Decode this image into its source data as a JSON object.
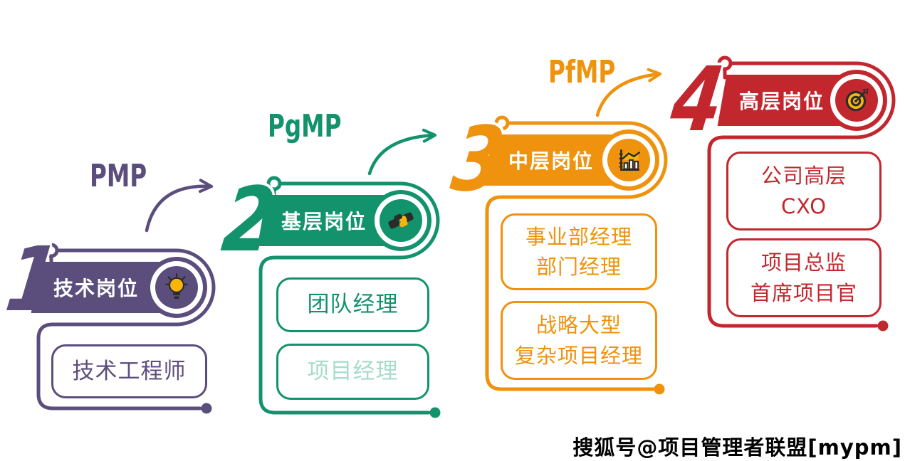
{
  "page": {
    "background": "#ffffff",
    "watermark": "搜狐号@项目管理者联盟[mypm]"
  },
  "icon_palette": {
    "dark": "#2b2b2b",
    "gold": "#f7b50c",
    "red": "#c2272e"
  },
  "certifications": [
    {
      "label": "PMP",
      "color": "#5c4e7c"
    },
    {
      "label": "PgMP",
      "color": "#12936b"
    },
    {
      "label": "PfMP",
      "color": "#ef920d"
    }
  ],
  "levels": [
    {
      "number": "1",
      "label": "技术岗位",
      "color": "#5c4e7c",
      "icon": "lightbulb-icon",
      "boxes": [
        {
          "text": "技术工程师"
        }
      ]
    },
    {
      "number": "2",
      "label": "基层岗位",
      "color": "#12936b",
      "icon": "handshake-icon",
      "boxes": [
        {
          "text": "团队经理"
        },
        {
          "text": "项目经理",
          "text_color": "#a6dcc9"
        }
      ]
    },
    {
      "number": "3",
      "label": "中层岗位",
      "color": "#ef920d",
      "icon": "bar-chart-icon",
      "boxes": [
        {
          "text": "事业部经理\n部门经理"
        },
        {
          "text": "战略大型\n复杂项目经理"
        }
      ]
    },
    {
      "number": "4",
      "label": "高层岗位",
      "color": "#c2272e",
      "icon": "target-icon",
      "boxes": [
        {
          "text": "公司高层\nCXO"
        },
        {
          "text": "项目总监\n首席项目官"
        }
      ]
    }
  ]
}
